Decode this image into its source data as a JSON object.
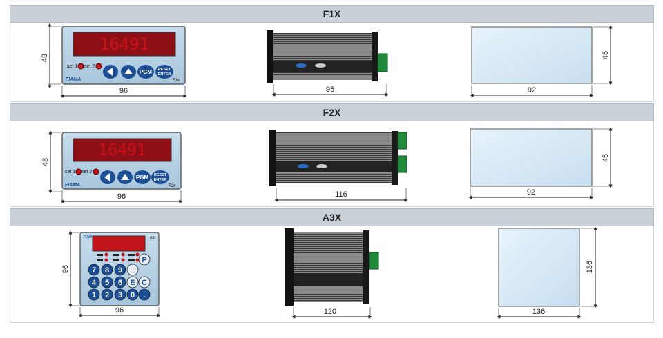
{
  "models": [
    {
      "name": "F1X",
      "display_value": "16491",
      "front": {
        "width": "96",
        "height": "48"
      },
      "side": {
        "depth": "95"
      },
      "cutout": {
        "width": "92",
        "height": "45"
      },
      "labels": {
        "set1": "set 1",
        "set2": "set 2",
        "pgm": "PGM",
        "reset": "RESET",
        "enter": "ENTER",
        "brand": "FIAMA",
        "model_mark": "F1x"
      }
    },
    {
      "name": "F2X",
      "display_value": "16491",
      "front": {
        "width": "96",
        "height": "48"
      },
      "side": {
        "depth": "116"
      },
      "cutout": {
        "width": "92",
        "height": "45"
      },
      "labels": {
        "set1": "set 1",
        "set2": "set 2",
        "pgm": "PGM",
        "reset": "RESET",
        "enter": "ENTER",
        "brand": "FIAMA",
        "model_mark": "F2x"
      }
    },
    {
      "name": "A3X",
      "front": {
        "width": "96",
        "height": "96"
      },
      "side": {
        "depth": "120"
      },
      "cutout": {
        "width": "136",
        "height": "136"
      },
      "labels": {
        "brand": "FIAMA",
        "model_mark": "A3x",
        "keys": [
          "7",
          "8",
          "9",
          "P",
          "4",
          "5",
          "6",
          "E",
          "C",
          "1",
          "2",
          "3",
          "0",
          "."
        ]
      }
    }
  ],
  "colors": {
    "band": "#c9d1d8",
    "panel": "#b9d2e6",
    "lcd_bg": "#8e1016",
    "lcd_digit": "#ff3b3b",
    "key_blue": "#1c4f96",
    "connector": "#1f8a3a",
    "cutout": "#d9eaf6"
  }
}
